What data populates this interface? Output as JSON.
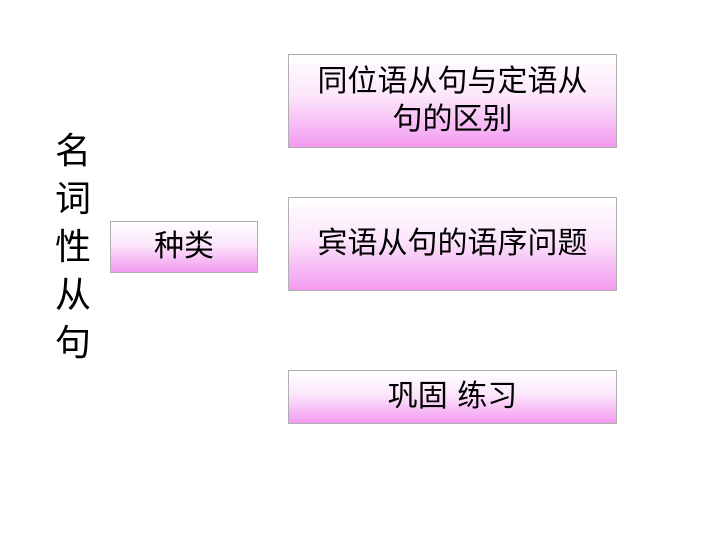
{
  "slide": {
    "vertical_title": [
      "名",
      "词",
      "性",
      "从",
      "句"
    ],
    "category_label": "种类",
    "items": [
      {
        "label": "同位语从句与定语从句的区别"
      },
      {
        "label": "宾语从句的语序问题"
      },
      {
        "label": "巩固 练习"
      }
    ]
  },
  "colors": {
    "box_gradient_top": "#ffffff",
    "box_gradient_bottom": "#f39af0",
    "box_border": "#b0b0b0",
    "text": "#000000"
  }
}
